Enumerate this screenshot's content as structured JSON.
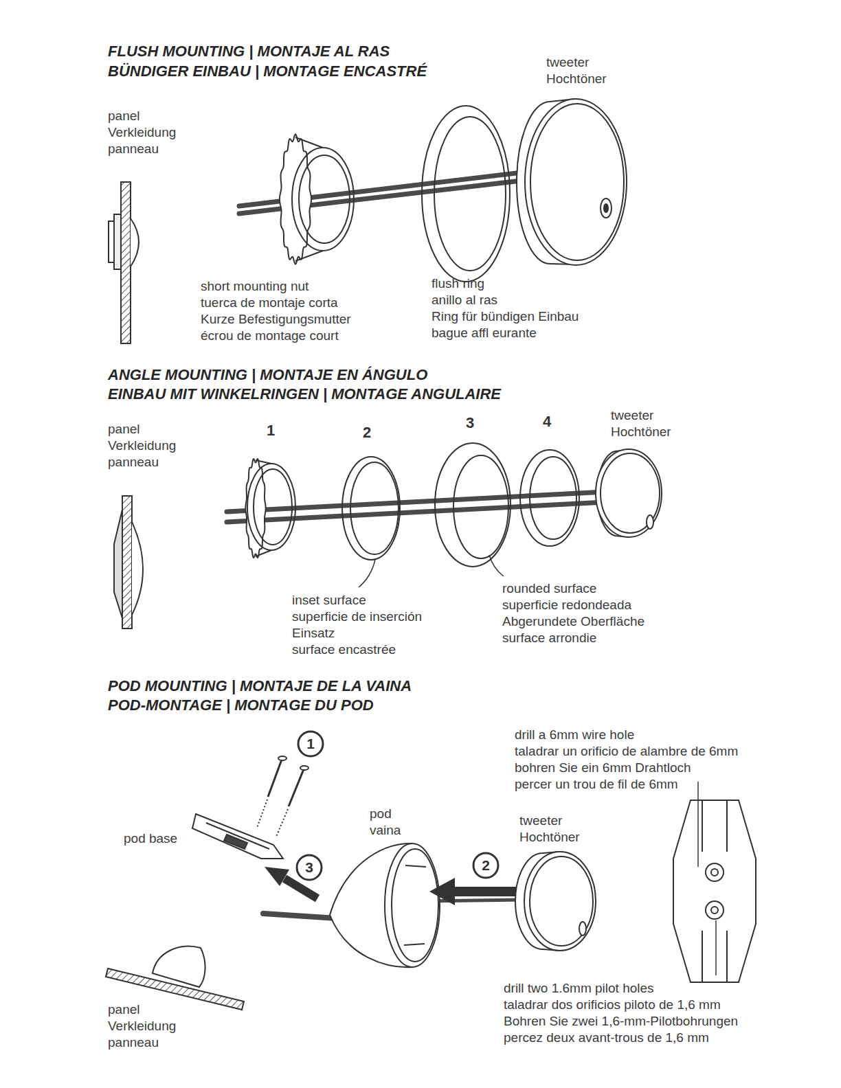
{
  "diagram": {
    "labels": [
      "FLUSH MOUNTING | MONTAJE AL RAS",
      "BÜNDIGER EINBAU | MONTAGE ENCASTRÉ",
      "tweeter",
      "Hochtöner",
      "panel",
      "Verkleidung",
      "panneau",
      "short mounting nut",
      "tuerca de montaje corta",
      "Kurze Befestigungsmutter",
      "écrou de montage court",
      "flush ring",
      "anillo al ras",
      "Ring für bündigen Einbau",
      "bague affl eurante",
      "ANGLE MOUNTING | MONTAJE EN ÁNGULO",
      "EINBAU MIT WINKELRINGEN | MONTAGE ANGULAIRE",
      "panel",
      "Verkleidung",
      "panneau",
      "1",
      "2",
      "3",
      "4",
      "tweeter",
      "Hochtöner",
      "inset surface",
      "superficie de inserción",
      "Einsatz",
      "surface encastrée",
      "rounded surface",
      "superficie redondeada",
      "Abgerundete Oberfläche",
      "surface arrondie",
      "POD MOUNTING | MONTAJE DE LA VAINA",
      "POD-MONTAGE | MONTAGE DU POD",
      "1",
      "3",
      "2",
      "pod base",
      "pod",
      "vaina",
      "tweeter",
      "Hochtöner",
      "drill a 6mm wire hole",
      "taladrar un orificio de alambre de 6mm",
      "bohren Sie ein 6mm Drahtloch",
      "percer un trou de fil de 6mm",
      "drill two 1.6mm pilot holes",
      "taladrar dos orificios piloto de 1,6 mm",
      "Bohren Sie zwei 1,6-mm-Pilotbohrungen",
      "percez deux avant-trous de 1,6 mm",
      "panel",
      "Verkleidung",
      "panneau"
    ]
  }
}
